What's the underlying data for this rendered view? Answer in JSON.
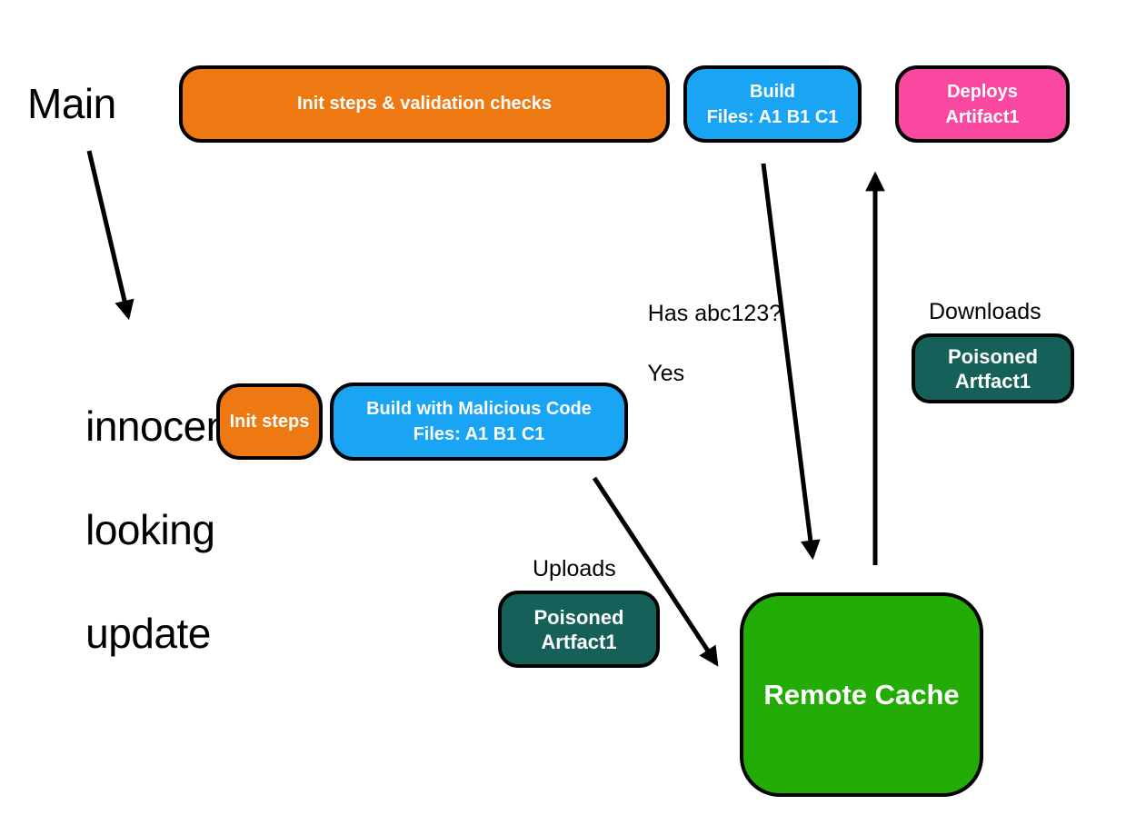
{
  "diagram": {
    "labels": {
      "main": "Main",
      "innocent_line1": "innocent",
      "innocent_line2": "looking",
      "innocent_line3": "update",
      "has_abc_line1": "Has abc123?",
      "has_abc_line2": "Yes",
      "downloads": "Downloads",
      "uploads": "Uploads"
    },
    "nodes": {
      "init_validation": {
        "label": "Init steps & validation checks",
        "color": "#EE7912"
      },
      "build": {
        "line1": "Build",
        "line2": "Files: A1 B1 C1",
        "color": "#1AA4F4"
      },
      "deploys": {
        "line1": "Deploys",
        "line2": "Artifact1",
        "color": "#FA47A0"
      },
      "init_steps": {
        "label": "Init steps",
        "color": "#EE7912"
      },
      "build_malicious": {
        "line1": "Build with Malicious Code",
        "line2": "Files: A1 B1 C1",
        "color": "#1AA4F4"
      },
      "poisoned_download": {
        "line1": "Poisoned",
        "line2": "Artfact1",
        "color": "#16605A"
      },
      "poisoned_upload": {
        "line1": "Poisoned",
        "line2": "Artfact1",
        "color": "#16605A"
      },
      "remote_cache": {
        "label": "Remote Cache",
        "color": "#22AC05"
      }
    },
    "colors": {
      "outline": "#000000",
      "arrow": "#000000",
      "node_text": "#FFFFFF",
      "label_text": "#000000",
      "background": "#FFFFFF"
    }
  }
}
